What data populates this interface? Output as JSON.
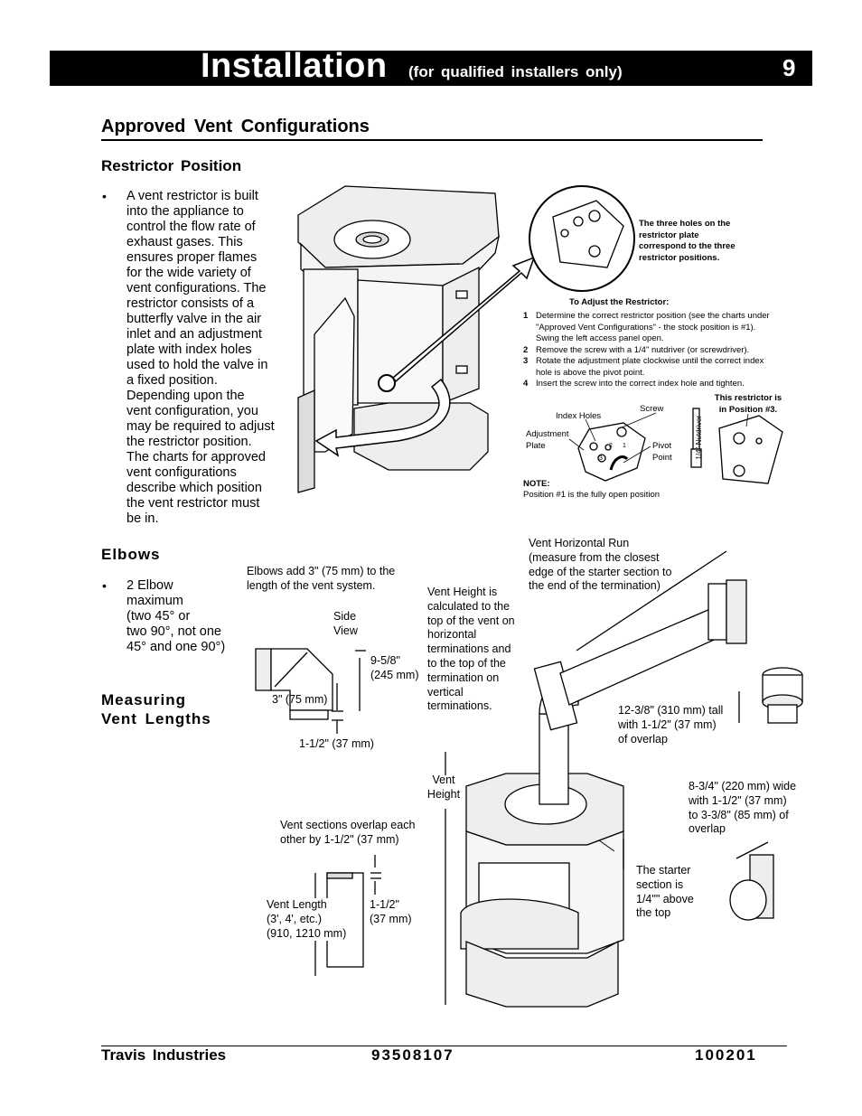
{
  "header": {
    "title": "Installation",
    "subtitle": "(for qualified installers only)",
    "page_number": "9"
  },
  "section": {
    "title": "Approved Vent Configurations"
  },
  "restrictor": {
    "heading": "Restrictor Position",
    "bullet": "•",
    "lines": [
      "A vent restrictor is built",
      "into the appliance to",
      "control the flow rate of",
      "exhaust gases.  This",
      "ensures proper flames",
      "for the wide variety of",
      "vent configurations.  The",
      "restrictor consists of a",
      "butterfly valve in the air",
      "inlet and an adjustment",
      "plate with index holes",
      "used to hold the valve in",
      "a fixed position.",
      "Depending upon the",
      "vent configuration, you",
      "may be required to adjust",
      "the restrictor position.",
      "The charts for approved",
      "vent configurations",
      "describe which position",
      "the vent restrictor must",
      "be in."
    ],
    "callout": [
      "The three holes on the",
      "restrictor plate",
      "correspond to the three",
      "restrictor positions."
    ],
    "adjust_title": "To Adjust the Restrictor:",
    "steps": [
      {
        "n": "1",
        "text": "Determine the correct restrictor position (see the charts under \"Approved Vent Configurations\" - the stock position is #1).  Swing the left access panel open."
      },
      {
        "n": "2",
        "text": "Remove the screw with a 1/4\" nutdriver (or screwdriver)."
      },
      {
        "n": "3",
        "text": "Rotate the adjustment plate clockwise until the correct index hole is above the pivot point."
      },
      {
        "n": "4",
        "text": "Insert the screw into the correct index hole and tighten."
      }
    ],
    "position3_note": [
      "This restrictor is",
      "in Position #3."
    ],
    "labels": {
      "index_holes": "Index Holes",
      "screw": "Screw",
      "adjustment_plate": [
        "Adjustment",
        "Plate"
      ],
      "pivot_point": [
        "Pivot",
        "Point"
      ],
      "nutdriver": "1/4\" Nutdriver",
      "hole1": "1",
      "hole2": "2",
      "hole3": "3"
    },
    "note_title": "NOTE:",
    "note_text": "Position #1 is the fully open position"
  },
  "elbows": {
    "heading": "Elbows",
    "bullet": "•",
    "lines": [
      "2 Elbow",
      "maximum",
      "(two 45° or",
      "two 90°, not one",
      "45° and one 90°)"
    ],
    "diagram_caption": [
      "Elbows add 3\" (75 mm) to the",
      "length of the vent system."
    ],
    "side_view": [
      "Side",
      "View"
    ],
    "dim_height": [
      "9-5/8\"",
      "(245 mm)"
    ],
    "dim_3in": "3\" (75 mm)",
    "dim_overlap": "1-1/2\" (37 mm)"
  },
  "measuring": {
    "heading": [
      "Measuring",
      "Vent  Lengths"
    ],
    "overlap_caption": [
      "Vent sections overlap each",
      "other by 1-1/2\" (37 mm)"
    ],
    "vent_length": [
      "Vent Length",
      "(3', 4', etc.)",
      "(910, 1210 mm)"
    ],
    "overlap_dim": [
      "1-1/2\"",
      "(37 mm)"
    ],
    "vent_height_desc": [
      "Vent Height is",
      "calculated to the",
      "top of the vent on",
      "horizontal",
      "terminations and",
      "to the top of the",
      "termination on",
      "vertical",
      "terminations."
    ],
    "horizontal_run": [
      "Vent Horizontal Run",
      "(measure from the closest",
      "edge of the starter section to",
      "the end of the termination)"
    ],
    "vent_height_label": [
      "Vent",
      "Height"
    ],
    "vertical_term": [
      "12-3/8\" (310 mm) tall",
      "with 1-1/2\" (37 mm)",
      "of overlap"
    ],
    "horizontal_term": [
      "8-3/4\" (220 mm) wide",
      "with 1-1/2\" (37 mm)",
      "to 3-3/8\" (85 mm) of",
      "overlap"
    ],
    "starter_note": [
      "The starter",
      "section is",
      "1/4\"\" above",
      "the top"
    ]
  },
  "footer": {
    "company": "Travis  Industries",
    "part_number": "93508107",
    "date": "100201"
  }
}
